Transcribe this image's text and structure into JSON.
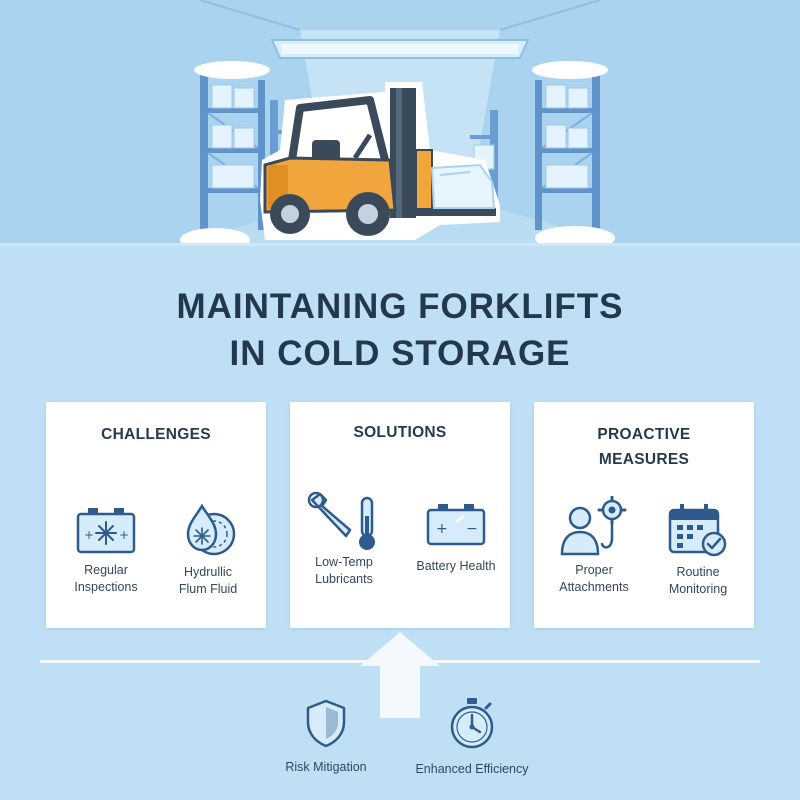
{
  "title": {
    "line1": "MAINTANING FORKLIFTS",
    "line2": "IN COLD STORAGE"
  },
  "cards": [
    {
      "title": "CHALLENGES",
      "items": [
        {
          "icon": "frozen-battery-icon",
          "label": "Regular\nInspections"
        },
        {
          "icon": "fluid-drop-tire-icon",
          "label": "Hydrullic\nFlum Fluid"
        }
      ]
    },
    {
      "title": "SOLUTIONS",
      "items": [
        {
          "icon": "wrench-thermometer-icon",
          "label": "Low-Temp\nLubricants"
        },
        {
          "icon": "battery-icon",
          "label": "Battery Health"
        }
      ]
    },
    {
      "title": "PROACTIVE\nMEASURES",
      "items": [
        {
          "icon": "person-gear-hook-icon",
          "label": "Proper\nAttachments"
        },
        {
          "icon": "calendar-check-icon",
          "label": "Routine\nMonitoring"
        }
      ]
    }
  ],
  "outcomes": [
    {
      "icon": "shield-icon",
      "label": "Risk Mitigation"
    },
    {
      "icon": "stopwatch-icon",
      "label": "Enhanced Efficiency"
    }
  ],
  "colors": {
    "background": "#bfe0f4",
    "hero": "#a9d3ef",
    "forklift_body": "#f0a63c",
    "icon_stroke": "#2f5b8c",
    "icon_fill": "#d6ecfa",
    "text_dark": "#24384d"
  }
}
